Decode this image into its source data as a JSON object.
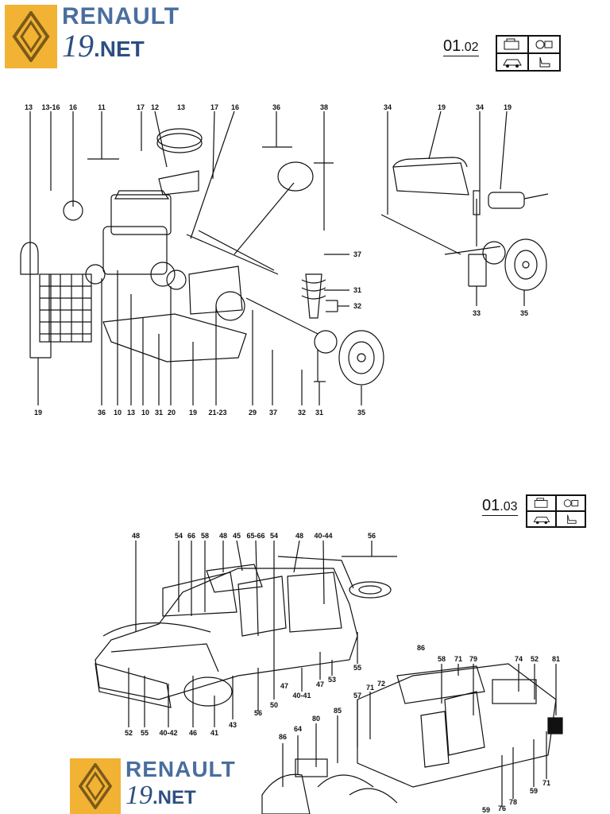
{
  "header_top": {
    "brand": "RENAULT",
    "model_num": "19",
    "model_suffix": ".NET",
    "section_main": "01",
    "section_sub": ".02",
    "icons": [
      "engine-icon",
      "engine-part-icon",
      "car-front-icon",
      "seat-icon"
    ]
  },
  "diagram_top": {
    "labels_top": [
      "13",
      "13-16",
      "16",
      "11",
      "17",
      "12",
      "13",
      "17",
      "16",
      "36",
      "38",
      "34",
      "19",
      "34",
      "19"
    ],
    "labels_right": [
      "37",
      "31",
      "32"
    ],
    "labels_bottom": [
      "19",
      "36",
      "10",
      "13",
      "10",
      "31",
      "20",
      "19",
      "21-23",
      "29",
      "37",
      "32",
      "31",
      "35",
      "33",
      "35"
    ]
  },
  "header_mid": {
    "section_main": "01",
    "section_sub": ".03",
    "icons": [
      "engine-icon",
      "engine-part-icon",
      "car-front-icon",
      "seat-icon"
    ]
  },
  "diagram_bottom": {
    "labels_top": [
      "48",
      "54",
      "66",
      "58",
      "48",
      "45",
      "65-66",
      "54",
      "48",
      "40-44",
      "56"
    ],
    "labels_mid": [
      "86",
      "58",
      "71",
      "79",
      "74",
      "52",
      "81",
      "71",
      "72",
      "57",
      "85",
      "80",
      "64",
      "86",
      "55",
      "53",
      "47",
      "40-41",
      "47",
      "50",
      "56"
    ],
    "labels_lower": [
      "52",
      "55",
      "40-42",
      "46",
      "41",
      "43",
      "59",
      "71",
      "78",
      "76",
      "59"
    ]
  },
  "footer_logo": {
    "brand": "RENAULT",
    "model_num": "19",
    "model_suffix": ".NET"
  }
}
